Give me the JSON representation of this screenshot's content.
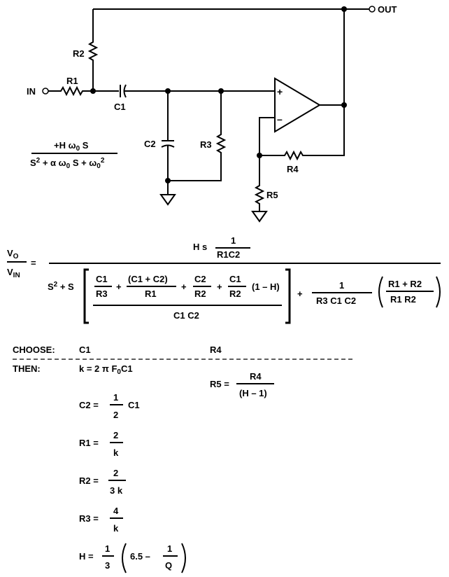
{
  "circuit": {
    "labels": {
      "out": "OUT",
      "in": "IN",
      "r1": "R1",
      "r2": "R2",
      "r3": "R3",
      "r4": "R4",
      "r5": "R5",
      "c1": "C1",
      "c2": "C2",
      "plus": "+",
      "minus": "–"
    },
    "transfer": {
      "num_a": "+H ω",
      "num_sub": "0",
      "num_b": " S",
      "den_a": "S",
      "den_b": " + α ω",
      "den_c": " S + ω",
      "sup2": "2",
      "sub0": "0"
    }
  },
  "main_eq": {
    "vo": "V",
    "vo_sub": "O",
    "vin": "V",
    "vin_sub": "IN",
    "eq": "=",
    "num_hs": "H s",
    "num_frac_n": "1",
    "num_frac_d": "R1C2",
    "s2s": "S",
    "s2s_sup": "2",
    "s2s_rest": " + S",
    "t1_n": "C1",
    "t1_d": "R3",
    "t2_n": "(C1 + C2)",
    "t2_d": "R1",
    "t3_n": "C2",
    "t3_d": "R2",
    "t4_n": "C1",
    "t4_d": "R2",
    "one_minus_h": "(1 – H)",
    "bracket_den": "C1 C2",
    "plus": "+",
    "t5_n": "1",
    "t5_d": "R3 C1 C2",
    "t6_n": "R1 + R2",
    "t6_d": "R1 R2"
  },
  "design": {
    "choose": "CHOOSE:",
    "then": "THEN:",
    "choose_c1": "C1",
    "choose_r4": "R4",
    "k_eq": "k = 2 π F",
    "k_sub": "0",
    "k_tail": "C1",
    "r5": "R5 =",
    "r5_n": "R4",
    "r5_d": "(H – 1)",
    "c2": "C2 =",
    "c2_n": "1",
    "c2_d": "2",
    "c2_tail": "C1",
    "r1": "R1 =",
    "r1_n": "2",
    "r1_d": "k",
    "r2": "R2 =",
    "r2_n": "2",
    "r2_d": "3 k",
    "r3": "R3 =",
    "r3_n": "4",
    "r3_d": "k",
    "h": "H =",
    "h_n": "1",
    "h_d": "3",
    "h_in": "6.5 –",
    "h_in_n": "1",
    "h_in_d": "Q"
  }
}
